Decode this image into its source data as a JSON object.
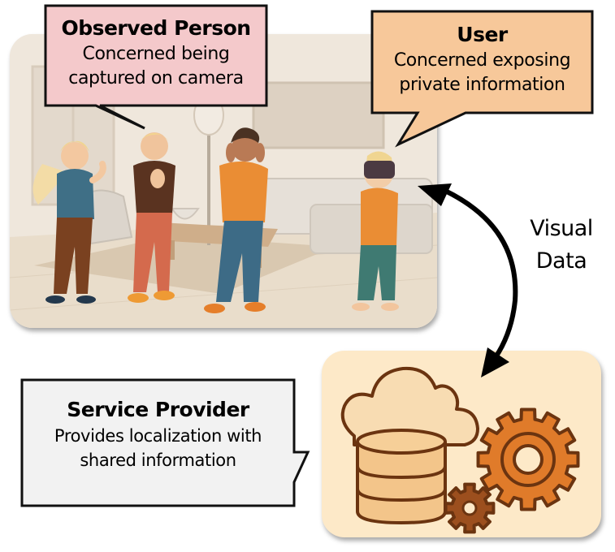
{
  "callouts": {
    "observed_person": {
      "title": "Observed Person",
      "body_line1": "Concerned being",
      "body_line2": "captured on camera",
      "fill": "#f4c9cb"
    },
    "user": {
      "title": "User",
      "body_line1": "Concerned exposing",
      "body_line2": "private information",
      "fill": "#f7c89a"
    },
    "service_provider": {
      "title": "Service Provider",
      "body_line1": "Provides localization with",
      "body_line2": "shared information",
      "fill": "#f2f2f2"
    }
  },
  "arrow": {
    "label_line1": "Visual",
    "label_line2": "Data"
  },
  "scene": {
    "description": "Living room with three people reacting in concern while a fourth person wears a VR headset"
  },
  "provider_panel": {
    "icons": [
      "cloud-icon",
      "database-icon",
      "large-gear-icon",
      "small-gear-icon"
    ],
    "colors": {
      "background": "#fde9c8",
      "outline": "#6b3410",
      "cloud": "#f8dcb2",
      "database": "#f3c58a",
      "large_gear": "#e07b2a",
      "small_gear": "#9c4f1e"
    }
  }
}
